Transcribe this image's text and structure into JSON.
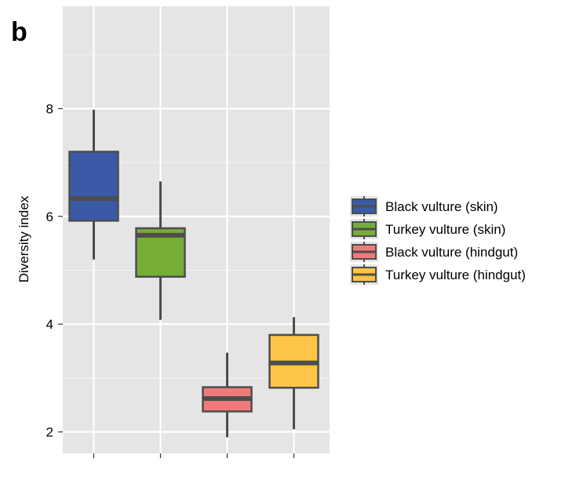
{
  "panel_label": "b",
  "chart_data": {
    "type": "box",
    "title": "",
    "xlabel": "",
    "ylabel": "Diversity index",
    "ylim": [
      1.6,
      9.9
    ],
    "yticks": [
      2,
      4,
      6,
      8
    ],
    "ytick_labels": [
      "2",
      "4",
      "6",
      "8"
    ],
    "grid": true,
    "legend": "right",
    "series": [
      {
        "name": "Black vulture (skin)",
        "color": "#3a5aa8",
        "min": 5.2,
        "q1": 5.92,
        "median": 6.33,
        "q3": 7.2,
        "max": 7.98
      },
      {
        "name": "Turkey vulture (skin)",
        "color": "#76ad37",
        "min": 4.08,
        "q1": 4.88,
        "median": 5.65,
        "q3": 5.78,
        "max": 6.65
      },
      {
        "name": "Black vulture (hindgut)",
        "color": "#f07a7b",
        "min": 1.9,
        "q1": 2.38,
        "median": 2.62,
        "q3": 2.83,
        "max": 3.47
      },
      {
        "name": "Turkey vulture (hindgut)",
        "color": "#fcc545",
        "min": 2.05,
        "q1": 2.82,
        "median": 3.28,
        "q3": 3.8,
        "max": 4.13
      }
    ]
  }
}
